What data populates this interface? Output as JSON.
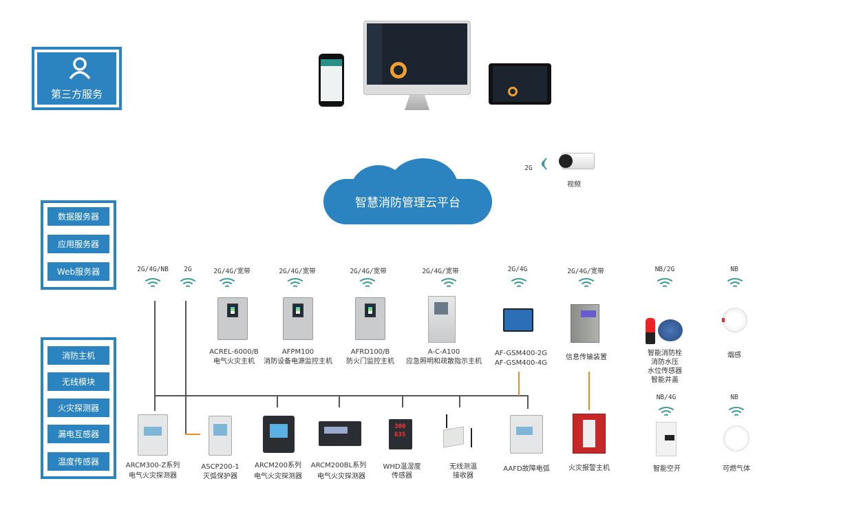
{
  "third_party": {
    "label": "第三方服务",
    "icon": "user-icon"
  },
  "servers": [
    "数据服务器",
    "应用服务器",
    "Web服务器"
  ],
  "sensors": [
    "消防主机",
    "无线模块",
    "火灾探测器",
    "漏电互感器",
    "温度传感器"
  ],
  "cloud": {
    "label": "智慧消防管理云平台"
  },
  "camera": {
    "network": "2G",
    "label": "视频"
  },
  "top_devices": [
    {
      "network": "2G/4G/NB"
    },
    {
      "network": "2G"
    },
    {
      "network": "2G/4G/宽带",
      "model": "ACREL-6000/B",
      "name": "电气火灾主机"
    },
    {
      "network": "2G/4G/宽带",
      "model": "AFPM100",
      "name": "消防设备电源监控主机"
    },
    {
      "network": "2G/4G/宽带",
      "model": "AFRD100/B",
      "name": "防火门监控主机"
    },
    {
      "network": "2G/4G/宽带",
      "model": "A-C-A100",
      "name": "应急照明和疏散指示主机"
    },
    {
      "network": "2G/4G",
      "model": "AF-GSM400-2G",
      "name": "AF-GSM400-4G"
    },
    {
      "network": "2G/4G/宽带",
      "name": "信息传输装置"
    },
    {
      "network": "NB/2G",
      "lines": [
        "智能消防栓",
        "消防水压",
        "水位传感器",
        "智能井盖"
      ]
    },
    {
      "network": "NB",
      "name": "烟感"
    }
  ],
  "bottom_devices": [
    {
      "line1": "ARCM300-Z系列",
      "line2": "电气火灾探测器"
    },
    {
      "line1": "ASCP200-1",
      "line2": "灭弧保护器"
    },
    {
      "line1": "ARCM200系列",
      "line2": "电气火灾探测器"
    },
    {
      "line1": "ARCM200BL系列",
      "line2": "电气火灾探测器"
    },
    {
      "line1": "WHD温湿度",
      "line2": "传感器",
      "display": [
        "300",
        "635"
      ]
    },
    {
      "line1": "无线测温",
      "line2": "接收器"
    },
    {
      "line1": "AAFD故障电弧"
    },
    {
      "line1": "火灾报警主机"
    },
    {
      "network": "NB/4G",
      "line1": "智能空开"
    },
    {
      "network": "NB",
      "line1": "可燃气体"
    }
  ],
  "colors": {
    "panel": "#2b84c0",
    "wifi": "#3a9a9a",
    "orange": "#f08a24"
  }
}
